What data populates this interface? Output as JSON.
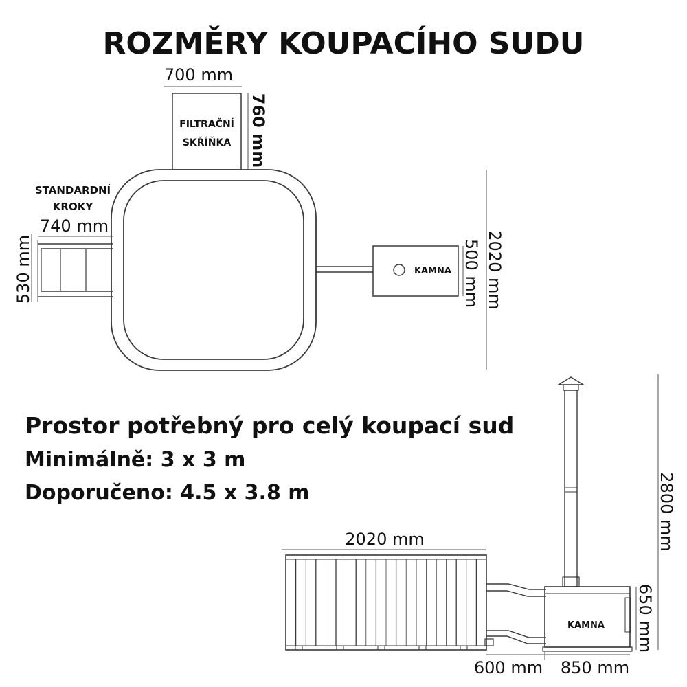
{
  "title": "ROZMĚRY KOUPACÍHO SUDU",
  "top_view": {
    "filter_box": {
      "label_line1": "FILTRAČNÍ",
      "label_line2": "SKŘÍŇKA",
      "width": "700 mm",
      "height": "760 mm"
    },
    "steps": {
      "label_line1": "STANDARDNÍ",
      "label_line2": "KROKY",
      "width": "740 mm",
      "height": "530 mm"
    },
    "stove": {
      "label": "KAMNA",
      "height": "500 mm"
    },
    "tub_diameter": "2020 mm"
  },
  "space_required": {
    "heading": "Prostor potřebný pro celý koupací sud",
    "minimum": "Minimálně: 3 x 3 m",
    "recommended": "Doporučeno: 4.5 x 3.8 m"
  },
  "side_view": {
    "tub_length": "2020 mm",
    "total_height": "2800 mm",
    "stove_label": "KAMNA",
    "stove_height": "650 mm",
    "connector_length": "600 mm",
    "stove_length": "850 mm"
  },
  "colors": {
    "line": "#3a3a3a",
    "text": "#111111"
  }
}
